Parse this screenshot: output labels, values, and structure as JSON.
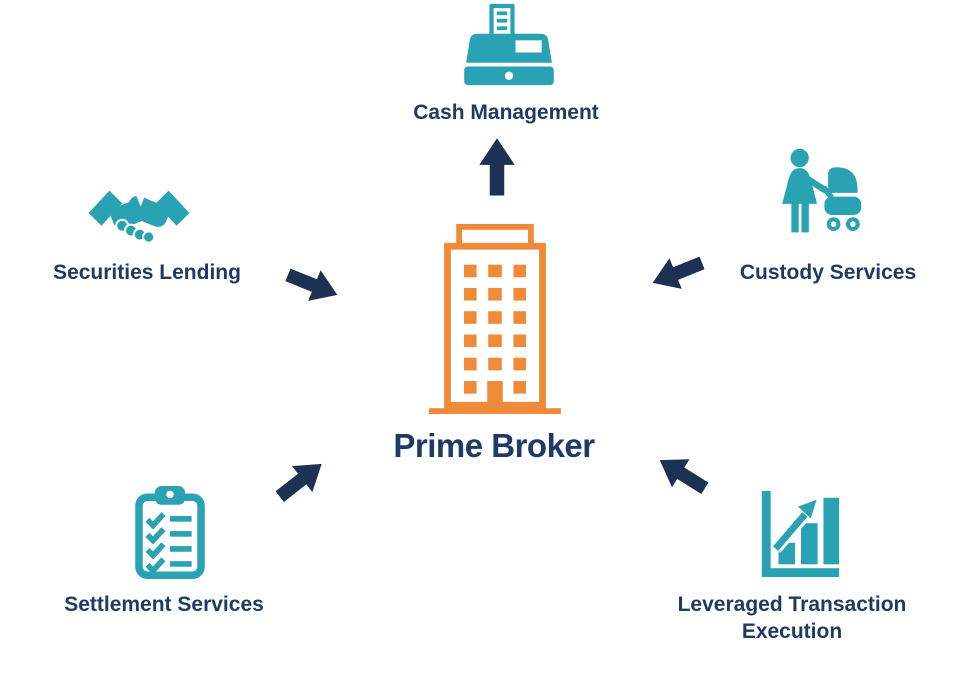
{
  "diagram_title": "Prime Broker services diagram",
  "colors": {
    "teal": "#29A3B3",
    "navy": "#1F3A64",
    "arrow": "#1C3153",
    "orange": "#EE8A38",
    "background": "#FFFFFF"
  },
  "center": {
    "label": "Prime Broker",
    "icon": "office-building-icon"
  },
  "nodes": [
    {
      "id": "cash-management",
      "label": "Cash Management",
      "icon": "cash-register-icon",
      "position": "top",
      "arrow_direction": "up"
    },
    {
      "id": "securities-lending",
      "label": "Securities Lending",
      "icon": "handshake-icon",
      "position": "left",
      "arrow_direction": "down-right"
    },
    {
      "id": "custody-services",
      "label": "Custody Services",
      "icon": "person-with-stroller-icon",
      "position": "right",
      "arrow_direction": "down-left"
    },
    {
      "id": "settlement-services",
      "label": "Settlement Services",
      "icon": "clipboard-checklist-icon",
      "position": "bottom-left",
      "arrow_direction": "up-right"
    },
    {
      "id": "leveraged-transaction-execution",
      "label": "Leveraged Transaction Execution",
      "icon": "bar-chart-growth-icon",
      "position": "bottom-right",
      "arrow_direction": "up-left"
    }
  ]
}
